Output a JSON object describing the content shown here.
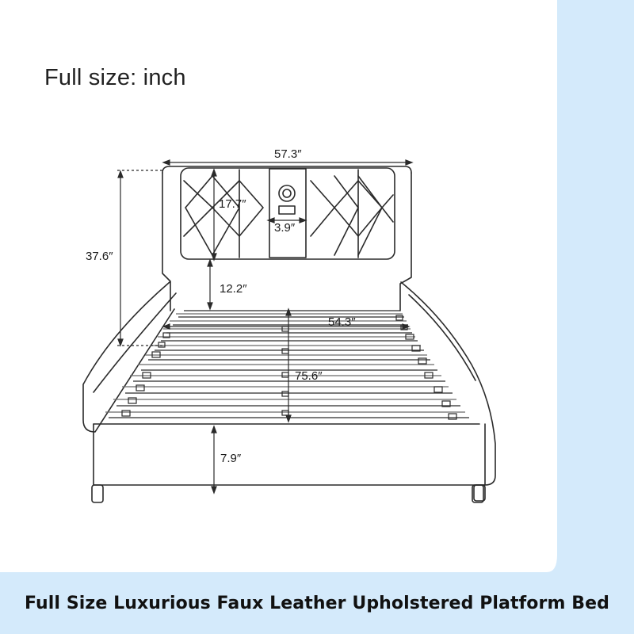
{
  "heading": "Full size: inch",
  "dimensions": {
    "overall_width": "57.3″",
    "overall_height": "37.6″",
    "headboard_height": "17.7″",
    "speaker_width": "3.9″",
    "headboard_gap": "12.2″",
    "inner_width": "54.3″",
    "inner_length": "75.6″",
    "frame_height": "7.9″"
  },
  "caption": "Full Size Luxurious Faux Leather Upholstered Platform Bed",
  "colors": {
    "accent_panel": "#d4eafb",
    "line": "#2a2a2a",
    "background": "#ffffff"
  }
}
